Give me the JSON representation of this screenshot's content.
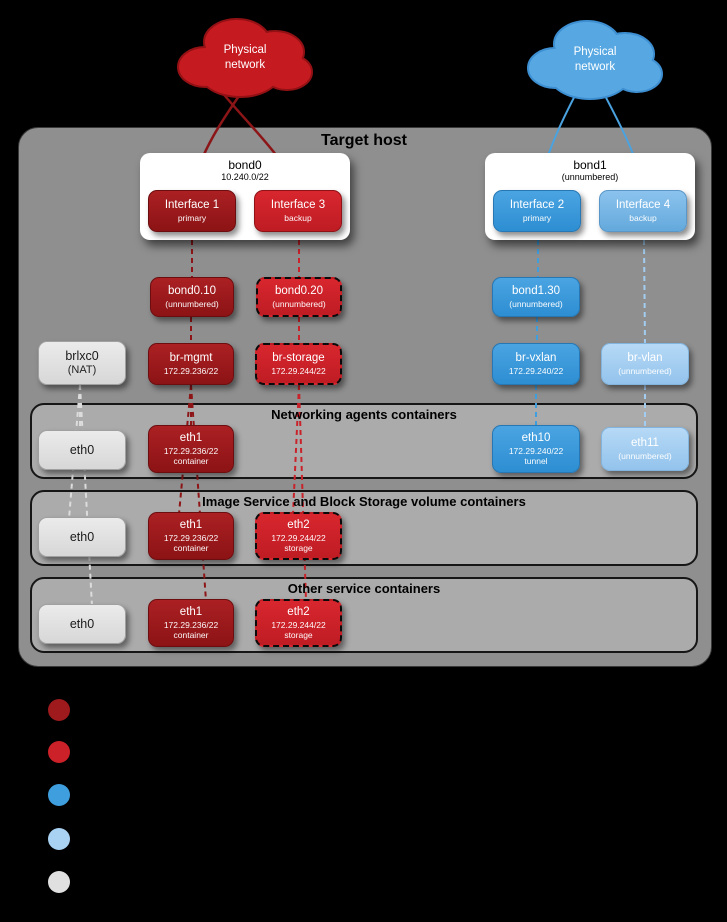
{
  "clouds": {
    "left_label": "Physical\nnetwork",
    "right_label": "Physical\nnetwork"
  },
  "target_host": {
    "title": "Target host"
  },
  "bond0": {
    "title": "bond0",
    "subtitle": "10.240.0/22",
    "iface1": {
      "name": "Interface 1",
      "role": "primary"
    },
    "iface3": {
      "name": "Interface 3",
      "role": "backup"
    }
  },
  "bond1": {
    "title": "bond1",
    "subtitle": "(unnumbered)",
    "iface2": {
      "name": "Interface 2",
      "role": "primary"
    },
    "iface4": {
      "name": "Interface 4",
      "role": "backup"
    }
  },
  "nodes": {
    "bond0_10": {
      "title": "bond0.10",
      "sub": "(unnumbered)"
    },
    "bond0_20": {
      "title": "bond0.20",
      "sub": "(unnumbered)"
    },
    "bond1_30": {
      "title": "bond1.30",
      "sub": "(unnumbered)"
    },
    "brlxc0": {
      "title": "brlxc0",
      "sub": "(NAT)"
    },
    "br_mgmt": {
      "title": "br-mgmt",
      "sub": "172.29.236/22"
    },
    "br_storage": {
      "title": "br-storage",
      "sub": "172.29.244/22"
    },
    "br_vxlan": {
      "title": "br-vxlan",
      "sub": "172.29.240/22"
    },
    "br_vlan": {
      "title": "br-vlan",
      "sub": "(unnumbered)"
    }
  },
  "rows": [
    {
      "title": "Networking agents containers",
      "eth0": {
        "title": "eth0"
      },
      "eth1": {
        "title": "eth1",
        "sub": "172.29.236/22",
        "sub2": "container"
      },
      "eth10": {
        "title": "eth10",
        "sub": "172.29.240/22",
        "sub2": "tunnel"
      },
      "eth11": {
        "title": "eth11",
        "sub": "(unnumbered)"
      }
    },
    {
      "title": "Image Service and Block Storage volume containers",
      "eth0": {
        "title": "eth0"
      },
      "eth1": {
        "title": "eth1",
        "sub": "172.29.236/22",
        "sub2": "container"
      },
      "eth2": {
        "title": "eth2",
        "sub": "172.29.244/22",
        "sub2": "storage"
      }
    },
    {
      "title": "Other service containers",
      "eth0": {
        "title": "eth0"
      },
      "eth1": {
        "title": "eth1",
        "sub": "172.29.236/22",
        "sub2": "container"
      },
      "eth2": {
        "title": "eth2",
        "sub": "172.29.244/22",
        "sub2": "storage"
      }
    }
  ],
  "colors": {
    "dark_red": "#9e1a1d",
    "red": "#cc2128",
    "blue": "#3e9ede",
    "light_blue": "#a9d2f2",
    "gray": "#e0e0e0",
    "host_bg": "#8f8f8f",
    "row_bg": "#ababab"
  },
  "legend": {
    "dot_colors": [
      "#9e1a1d",
      "#cc2128",
      "#3e9ede",
      "#a9d2f2",
      "#e0e0e0"
    ]
  }
}
